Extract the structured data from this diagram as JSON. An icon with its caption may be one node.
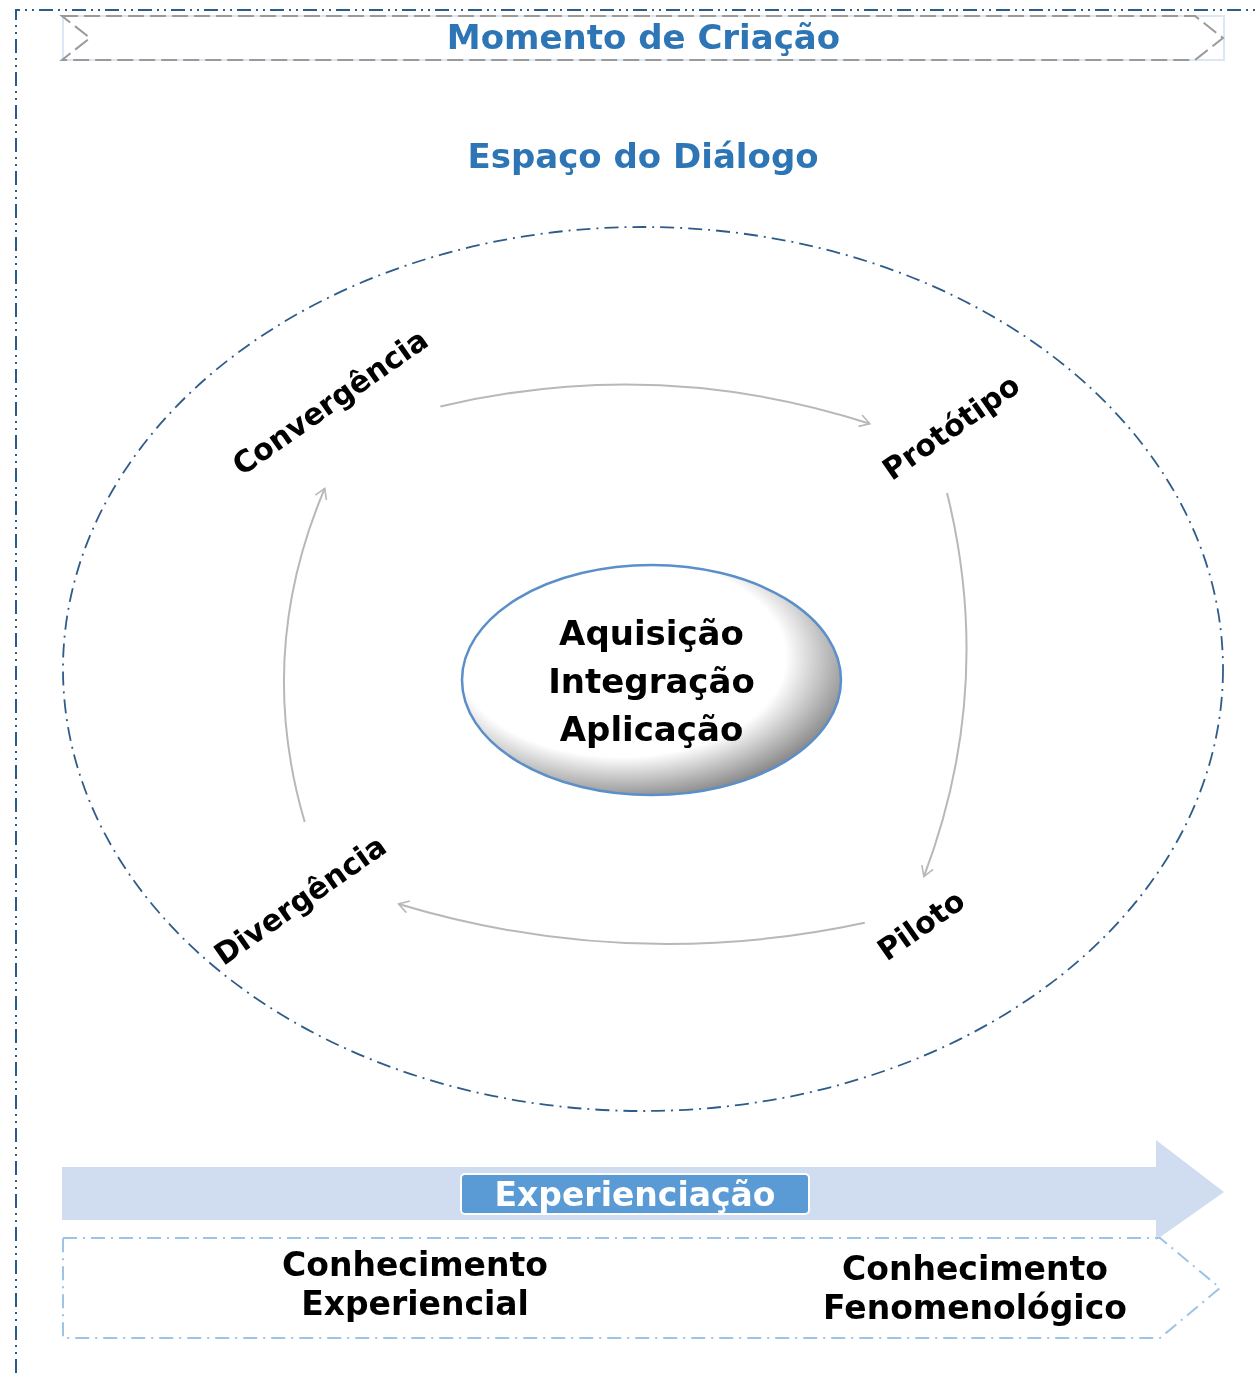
{
  "diagram": {
    "nodes": [
      {
        "text": [
          "Momento de Criação"
        ]
      },
      {
        "text": [
          "Espaço do Diálogo"
        ]
      },
      {
        "text": [
          "Convergência"
        ],
        "in": 1
      },
      {
        "text": [
          "Protótipo"
        ],
        "in": 1
      },
      {
        "text": [
          "Piloto"
        ],
        "in": 1
      },
      {
        "text": [
          "Divergência"
        ],
        "in": 1
      },
      {
        "text": [
          "Aquisição Integração Aplicação"
        ],
        "in": 1
      },
      {
        "text": [
          "Experienciação"
        ]
      },
      {
        "text": [
          "Conhecimento Experiencial",
          "Conhecimento Fenomenológico"
        ]
      }
    ],
    "edges": [
      {
        "from": 2,
        "to": 3,
        "arrow": "to"
      },
      {
        "from": 3,
        "to": 4,
        "arrow": "to"
      },
      {
        "from": 4,
        "to": 5,
        "arrow": "to"
      },
      {
        "from": 5,
        "to": 2,
        "arrow": "to"
      }
    ]
  }
}
